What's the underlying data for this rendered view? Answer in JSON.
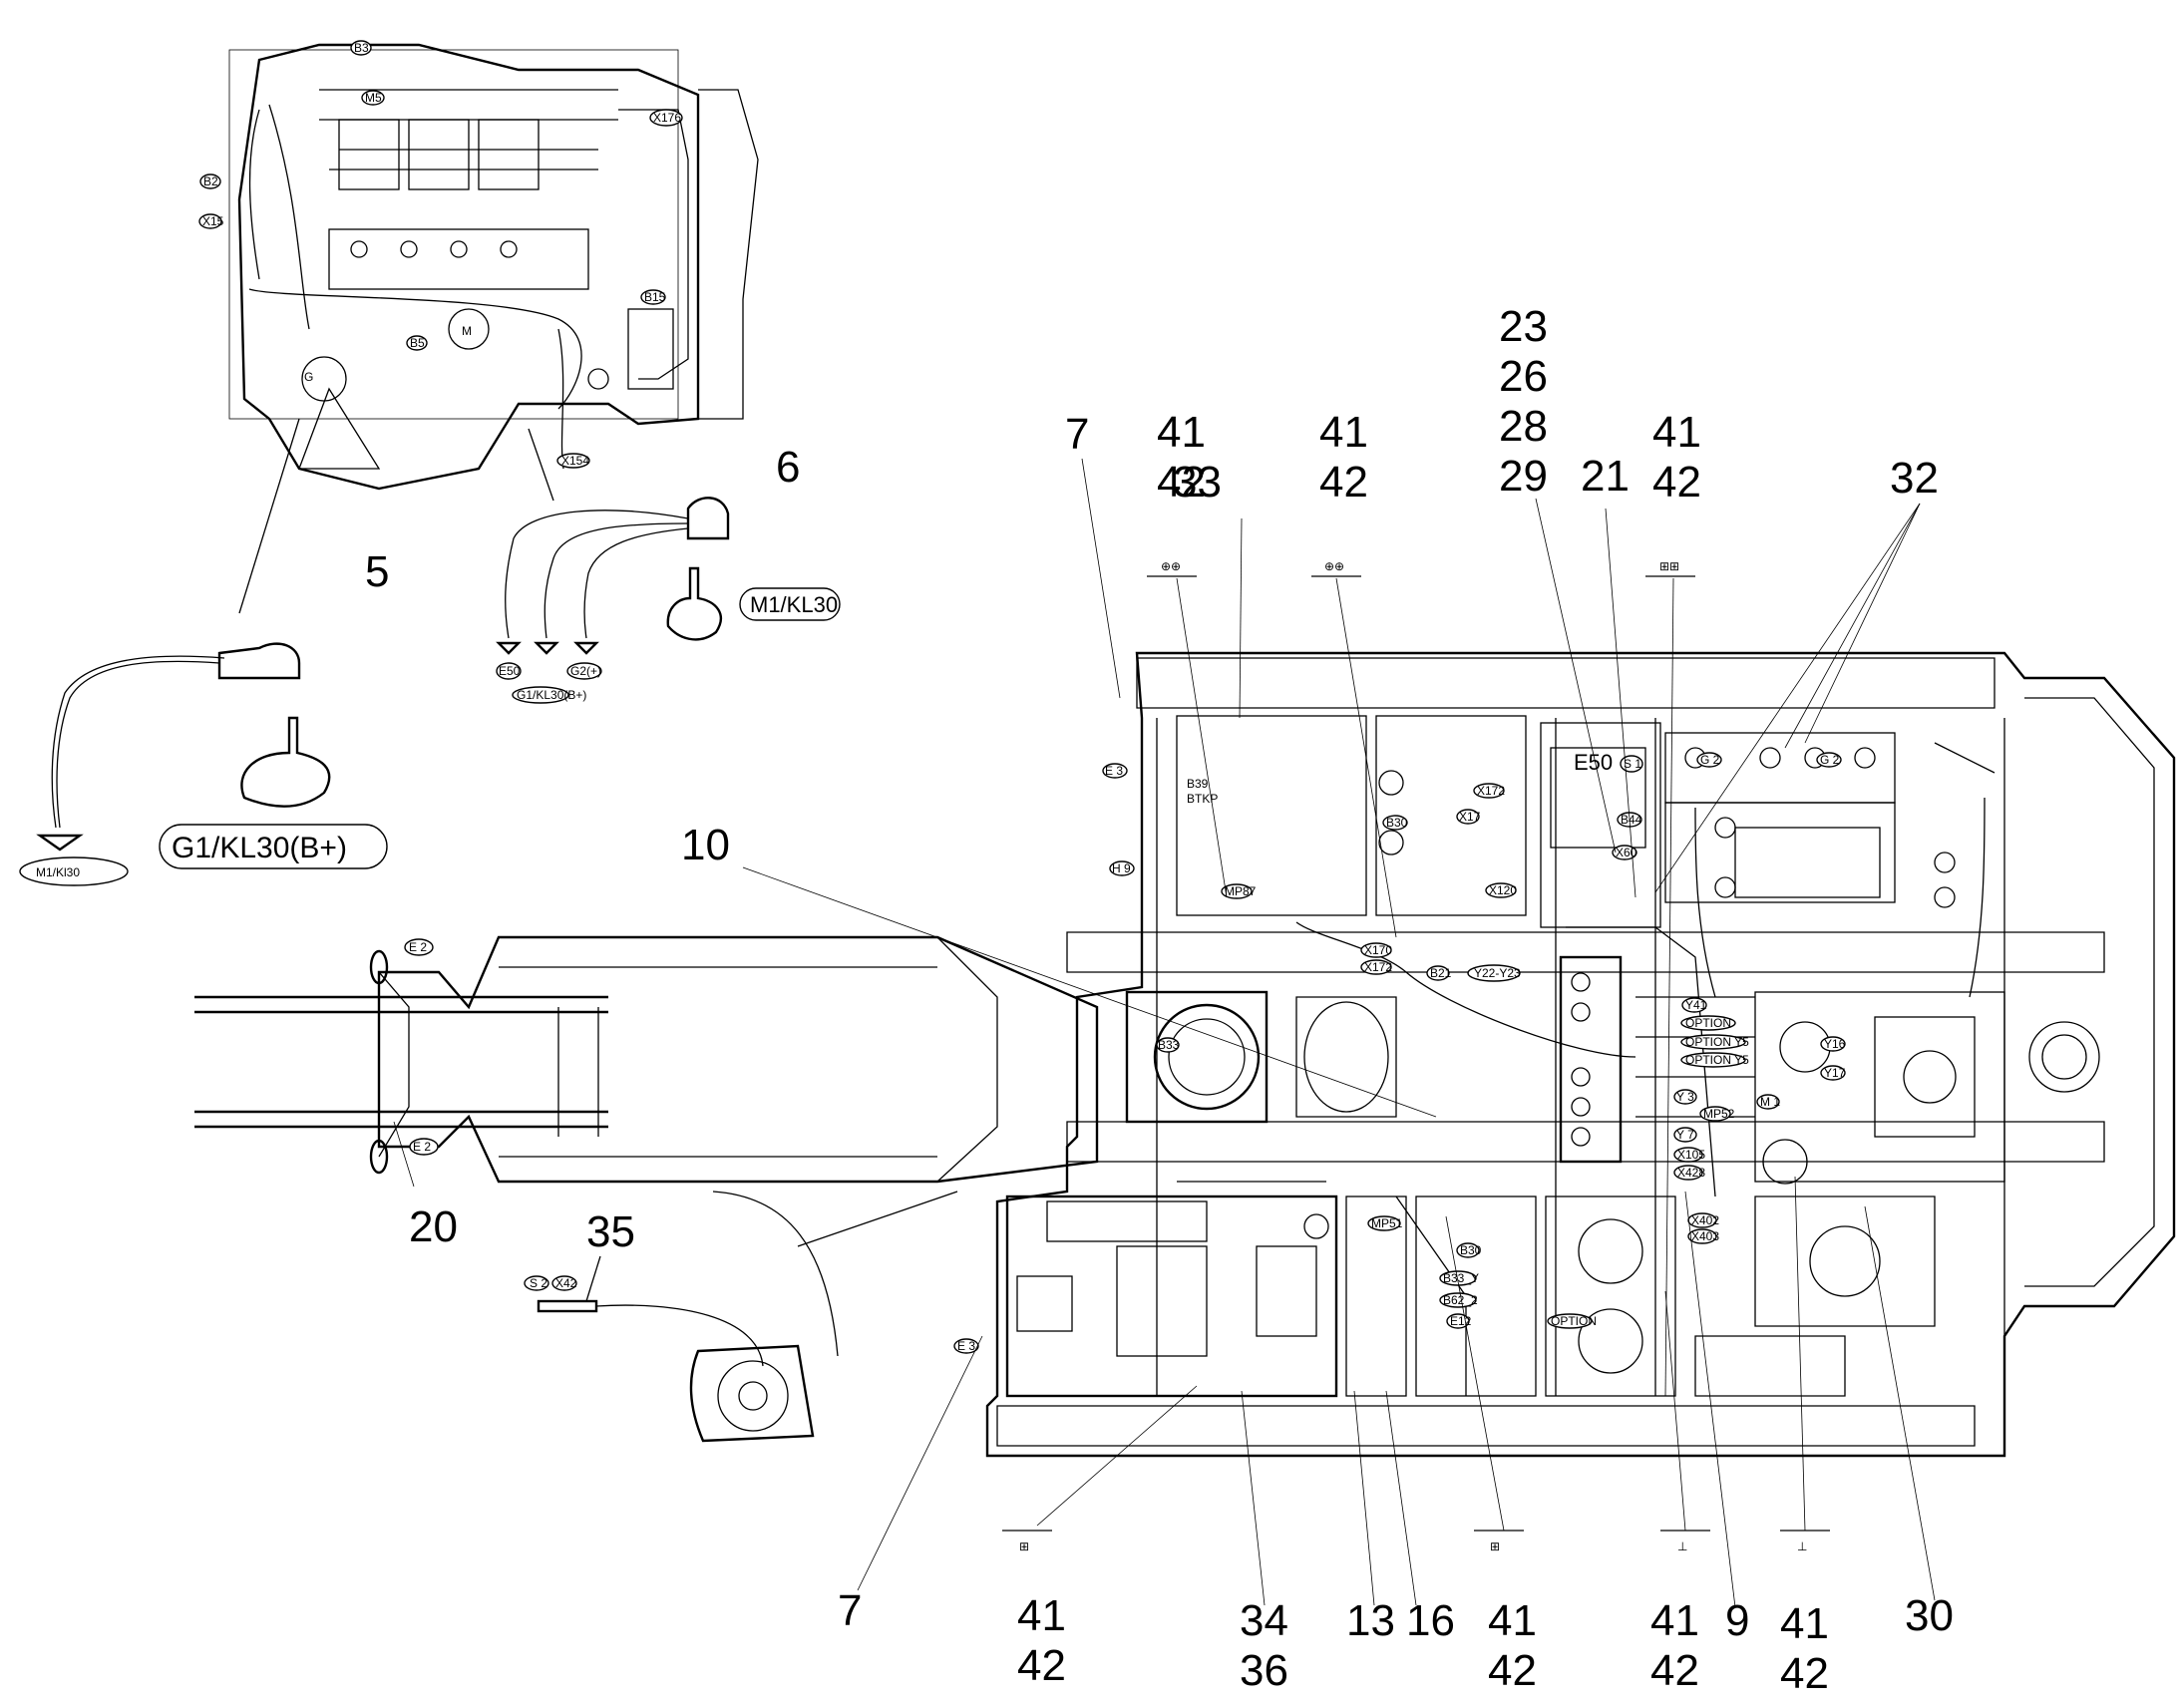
{
  "callouts": {
    "c5": "5",
    "c6": "6",
    "c7a": "7",
    "c7b": "7",
    "c9": "9",
    "c10": "10",
    "c13": "13",
    "c16": "16",
    "c20": "20",
    "c21": "21",
    "c23": "23",
    "c26": "26",
    "c28": "28",
    "c29": "29",
    "c30": "30",
    "c32": "32",
    "c33": "33",
    "c34": "34",
    "c35": "35",
    "c36": "36",
    "pairs": [
      {
        "a": "41",
        "b": "42"
      },
      {
        "a": "41",
        "b": "42"
      },
      {
        "a": "41",
        "b": "42"
      },
      {
        "a": "41",
        "b": "42"
      },
      {
        "a": "41",
        "b": "42"
      },
      {
        "a": "41",
        "b": "42"
      },
      {
        "a": "41",
        "b": "42"
      }
    ]
  },
  "terminals": {
    "g1_kl30": "G1/KL30(B+)",
    "m1_kl30_small": "M1/Kl30",
    "m1_kl30": "M1/KL30",
    "e50": "E50",
    "g1_kl30_small": "G1/KL30(B+)",
    "g2": "G2(+)"
  },
  "engine_tags": {
    "b3": "B3",
    "m5": "M5",
    "x176": "X176",
    "b2": "B2",
    "x15": "X15",
    "b5": "B5",
    "m": "M",
    "b15": "B15",
    "g": "G",
    "x154": "X154"
  },
  "machine_tags": {
    "e2_top": "E 2",
    "e2_bot": "E 2",
    "e3_top": "E 3",
    "e3_low": "E 3",
    "h9": "H 9",
    "b39": "B39",
    "btkp": "BTKP",
    "mp87": "MP87",
    "b30": "B30",
    "e50_box": "E50",
    "s1": "S 1",
    "x172": "X172",
    "x17": "X17",
    "b44": "B44",
    "x60": "X60",
    "x120": "X120",
    "x170": "X170",
    "x172b": "X172",
    "b21": "B21",
    "y22_y23": "Y22-Y23",
    "g2a": "G 2",
    "g2b": "G 2",
    "b33": "B33",
    "y41": "Y41",
    "opt1": "OPTION",
    "opt2": "OPTION Y5",
    "opt3": "OPTION Y5",
    "y3": "Y 3",
    "mp52": "MP52",
    "y7": "Y 7",
    "x105": "X105",
    "x428": "X428",
    "y16": "Y16",
    "y17": "Y17",
    "m1": "M 1",
    "x402": "X402",
    "x403": "X403",
    "mp51": "MP51",
    "b53": "B33_Y",
    "b62": "B62_2",
    "e12": "E12",
    "option": "OPTION",
    "s2": "S 2",
    "x42": "X42"
  }
}
